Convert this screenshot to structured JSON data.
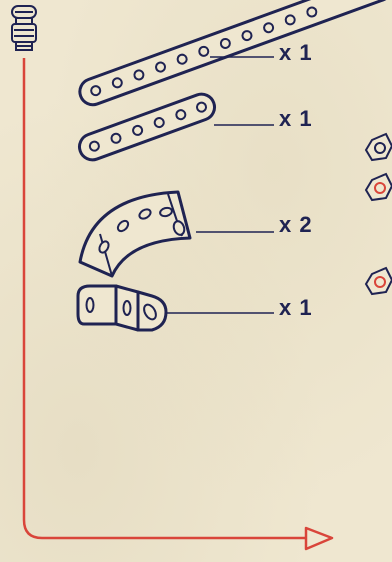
{
  "parts": [
    {
      "name": "long-perforated-strip",
      "quantity_label": "x 1"
    },
    {
      "name": "short-perforated-strip",
      "quantity_label": "x 1"
    },
    {
      "name": "curved-strip",
      "quantity_label": "x 2"
    },
    {
      "name": "double-bent-strip",
      "quantity_label": "x 1"
    }
  ],
  "colors": {
    "ink": "#1f2352",
    "arrow": "#d9453a",
    "paper": "#efe7d0"
  }
}
